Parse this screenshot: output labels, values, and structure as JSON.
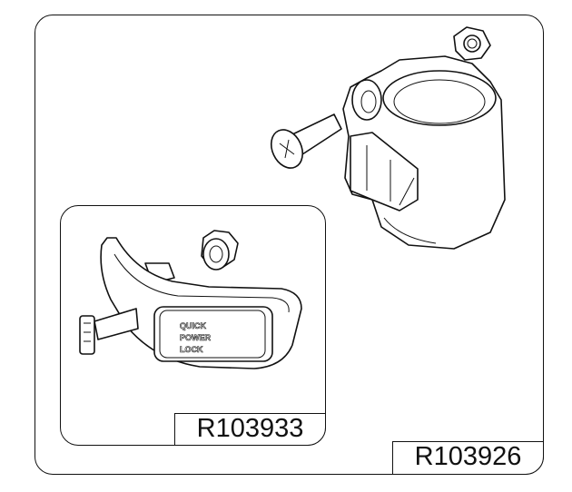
{
  "kit_part_number": "R103926",
  "sub_part_number": "R103933",
  "lever_logo": {
    "line1": "QUICK",
    "line2": "POWER",
    "line3": "LOCK"
  }
}
